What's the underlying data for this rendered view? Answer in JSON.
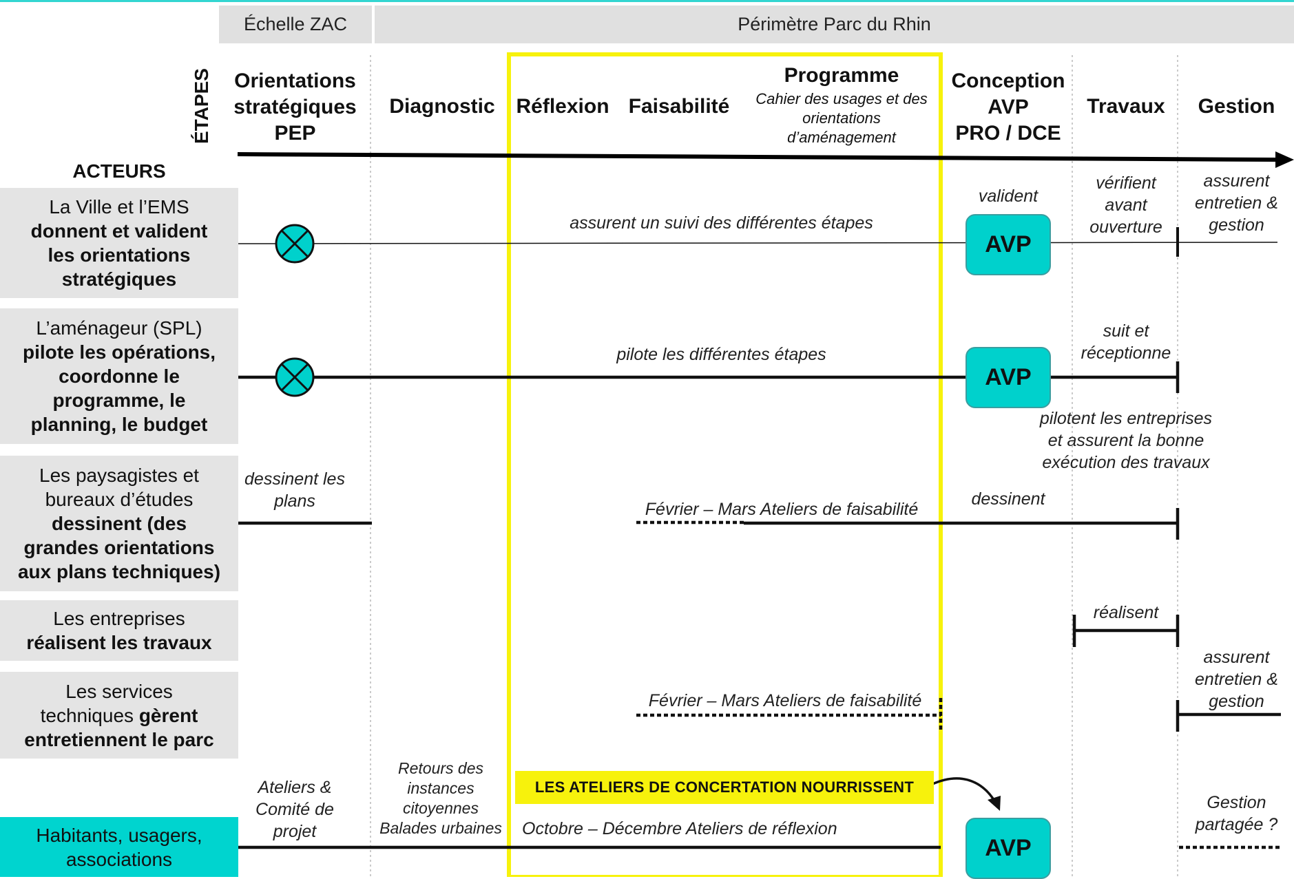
{
  "header": {
    "zac": "Échelle ZAC",
    "perimetre": "Périmètre Parc du Rhin"
  },
  "axes": {
    "etapes": "ÉTAPES",
    "acteurs": "ACTEURS"
  },
  "steps": {
    "orientations": [
      "Orientations",
      "stratégiques",
      "PEP"
    ],
    "diagnostic": "Diagnostic",
    "reflexion": "Réflexion",
    "faisabilite": "Faisabilité",
    "programme": "Programme",
    "programme_sub": [
      "Cahier des usages et des",
      "orientations",
      "d’aménagement"
    ],
    "conception": [
      "Conception",
      "AVP",
      "PRO / DCE"
    ],
    "travaux": "Travaux",
    "gestion": "Gestion"
  },
  "actors": [
    {
      "normal": "La Ville et l’EMS",
      "bold": [
        "donnent et valident",
        "les orientations",
        "stratégiques"
      ]
    },
    {
      "normal": "L’aménageur (SPL)",
      "bold": [
        "pilote les opérations,",
        "coordonne le",
        "programme, le",
        "planning, le budget"
      ]
    },
    {
      "normal": [
        "Les paysagistes et",
        "bureaux d’études"
      ],
      "bold": [
        "dessinent (des",
        "grandes orientations",
        "aux plans techniques)"
      ]
    },
    {
      "normal": "Les entreprises",
      "bold": [
        "réalisent les travaux"
      ]
    },
    {
      "normal": [
        "Les services",
        "techniques "
      ],
      "bold_inline": "gèrent",
      "bold": [
        "entretiennent le parc"
      ]
    },
    {
      "normal": [
        "Habitants, usagers,",
        "associations"
      ]
    }
  ],
  "labels": {
    "r1_suivi": "assurent un suivi des différentes étapes",
    "r1_valident": "valident",
    "r1_verifient": [
      "vérifient",
      "avant",
      "ouverture"
    ],
    "r1_assurent": [
      "assurent",
      "entretien &",
      "gestion"
    ],
    "r2_pilote": "pilote les différentes étapes",
    "r2_suit": [
      "suit et",
      "réceptionne"
    ],
    "r2_pilotent": [
      "pilotent les entreprises",
      "et assurent la bonne",
      "exécution des travaux"
    ],
    "r3_dessinent_plans": [
      "dessinent les",
      "plans"
    ],
    "r3_ateliers": "Février – Mars Ateliers de faisabilité",
    "r3_dessinent": "dessinent",
    "r4_realisent": "réalisent",
    "r5_ateliers": "Février – Mars Ateliers de faisabilité",
    "r5_assurent": [
      "assurent",
      "entretien &",
      "gestion"
    ],
    "r6_ateliers_comite": [
      "Ateliers &",
      "Comité de",
      "projet"
    ],
    "r6_retours": [
      "Retours des",
      "instances",
      "citoyennes",
      "Balades urbaines"
    ],
    "r6_concertation": "LES ATELIERS DE CONCERTATION NOURRISSENT",
    "r6_octobre": "Octobre – Décembre Ateliers de réflexion",
    "r6_gestion": [
      "Gestion",
      "partagée ?"
    ]
  },
  "avp_label": "AVP",
  "colors": {
    "teal": "#00d1cc",
    "yellow": "#f7f20c",
    "grey_header": "#e0e0e0",
    "grey_actor": "#e4e4e4",
    "line": "#111111"
  },
  "icons": [
    "cross-circle-icon",
    "arrow-right-icon",
    "curved-arrow-icon"
  ]
}
